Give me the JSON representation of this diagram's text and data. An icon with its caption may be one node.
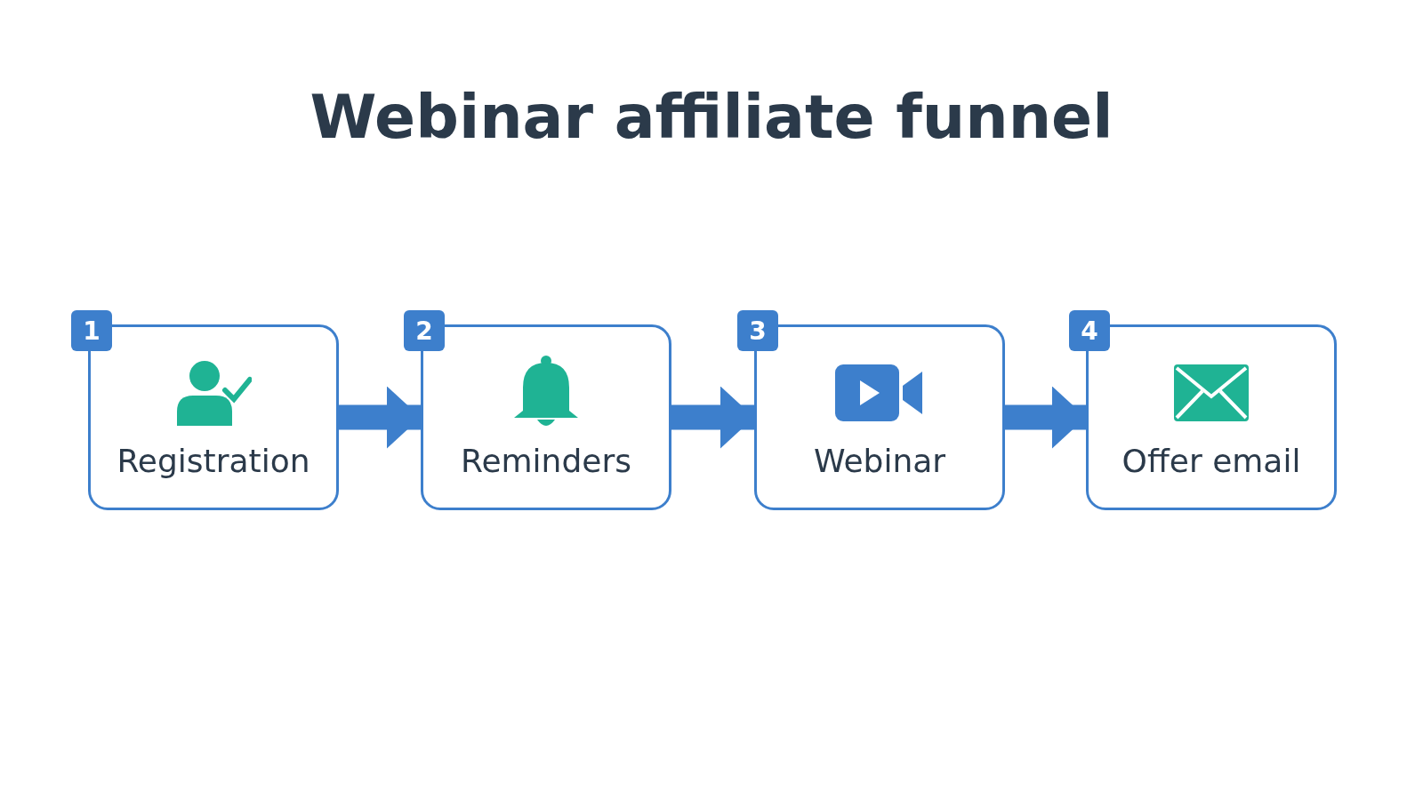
{
  "diagram": {
    "title": "Webinar affiliate funnel",
    "nodes": [
      {
        "text": [
          "1",
          "Registration"
        ]
      },
      {
        "text": [
          "2",
          "Reminders"
        ]
      },
      {
        "text": [
          "3",
          "Webinar"
        ]
      },
      {
        "text": [
          "4",
          "Offer email"
        ]
      }
    ],
    "edges": [
      {
        "from": 0,
        "to": 1,
        "arrow": "to"
      },
      {
        "from": 1,
        "to": 2,
        "arrow": "to"
      },
      {
        "from": 2,
        "to": 3,
        "arrow": "to"
      }
    ]
  }
}
